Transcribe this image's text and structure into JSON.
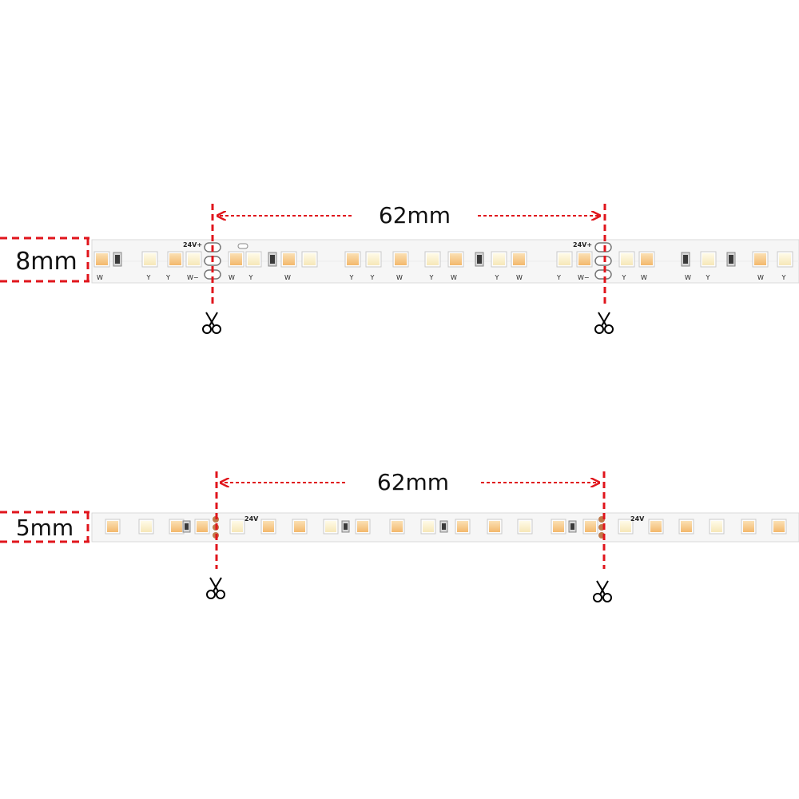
{
  "accent_color": "#e0151c",
  "strips": [
    {
      "id": "strip-8mm",
      "width_label": "8mm",
      "segment_label": "62mm",
      "voltage_label": "24V+",
      "neg_label": "W−",
      "mid_label": "Y",
      "led_marks": [
        "W",
        "Y",
        "W",
        "Y",
        "W",
        "Y",
        "Y",
        "W",
        "Y",
        "W",
        "Y",
        "W",
        "Y",
        "W"
      ]
    },
    {
      "id": "strip-5mm",
      "width_label": "5mm",
      "segment_label": "62mm",
      "voltage_label": "24V"
    }
  ],
  "icons": [
    "scissors-icon"
  ]
}
